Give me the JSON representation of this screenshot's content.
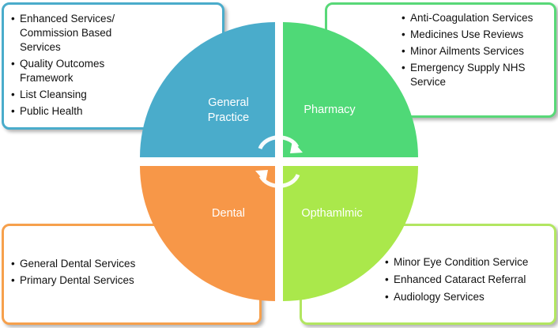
{
  "colors": {
    "general_practice": "#4aaccb",
    "pharmacy": "#4fd977",
    "dental": "#f79748",
    "opthalmic": "#aae84b"
  },
  "quadrants": {
    "general_practice": "General Practice",
    "pharmacy": "Pharmacy",
    "dental": "Dental",
    "opthalmic": "Opthamlmic"
  },
  "general_practice_box": {
    "items": [
      "Enhanced Services/ Commission Based Services",
      "Quality Outcomes Framework",
      "List Cleansing",
      "Public Health"
    ]
  },
  "pharmacy_box": {
    "items": [
      "Anti-Coagulation Services",
      "Medicines Use Reviews",
      "Minor Ailments Services",
      "Emergency Supply NHS Service"
    ]
  },
  "dental_box": {
    "items": [
      "General Dental Services",
      "Primary Dental Services"
    ]
  },
  "opthalmic_box": {
    "items": [
      "Minor Eye Condition Service",
      "Enhanced Cataract Referral",
      "Audiology Services"
    ]
  },
  "center_icon": "circular-arrows-icon"
}
